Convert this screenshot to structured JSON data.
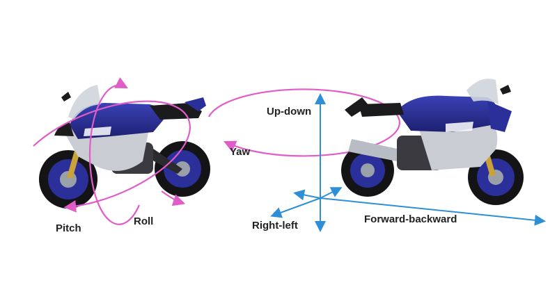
{
  "rotation_labels": {
    "pitch": "Pitch",
    "roll": "Roll",
    "yaw": "Yaw"
  },
  "axis_labels": {
    "up_down": "Up-down",
    "right_left": "Right-left",
    "forward_backward": "Forward-backward"
  },
  "colors": {
    "rotation_arrows": "#e05cc8",
    "translation_arrows": "#2f8fd6",
    "bike_blue": "#2a2f9a",
    "bike_black": "#1b1b1e",
    "bike_silver": "#c9ccd3",
    "text": "#222222"
  },
  "icons": {
    "left_image": "motorcycle-icon",
    "right_image": "motorcycle-icon"
  }
}
